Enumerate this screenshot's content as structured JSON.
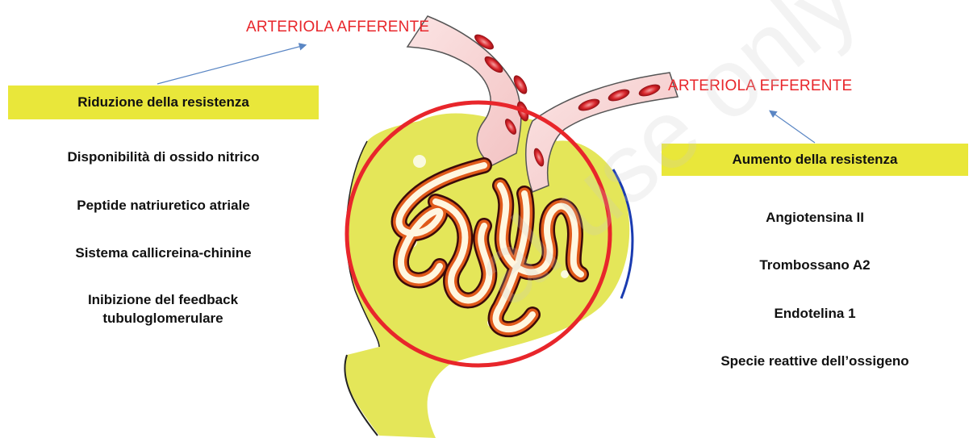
{
  "labels": {
    "afferent": "ARTERIOLA AFFERENTE",
    "efferent": "ARTERIOLA EFFERENTE"
  },
  "left_panel": {
    "heading": "Riduzione della resistenza",
    "items": [
      "Disponibilità di ossido nitrico",
      "Peptide natriuretico atriale",
      "Sistema callicreina-chinine",
      "Inibizione del feedback tubuloglomerulare"
    ]
  },
  "right_panel": {
    "heading": "Aumento della resistenza",
    "items": [
      "Angiotensina II",
      "Trombossano A2",
      "Endotelina 1",
      "Specie reattive dell’ossigeno"
    ]
  },
  "watermark": "al use only",
  "colors": {
    "accent_red": "#e8262b",
    "highlight_yellow": "#e9e73a",
    "bowman_yellow": "#dfe23c",
    "arrow_blue": "#5a86c4"
  }
}
